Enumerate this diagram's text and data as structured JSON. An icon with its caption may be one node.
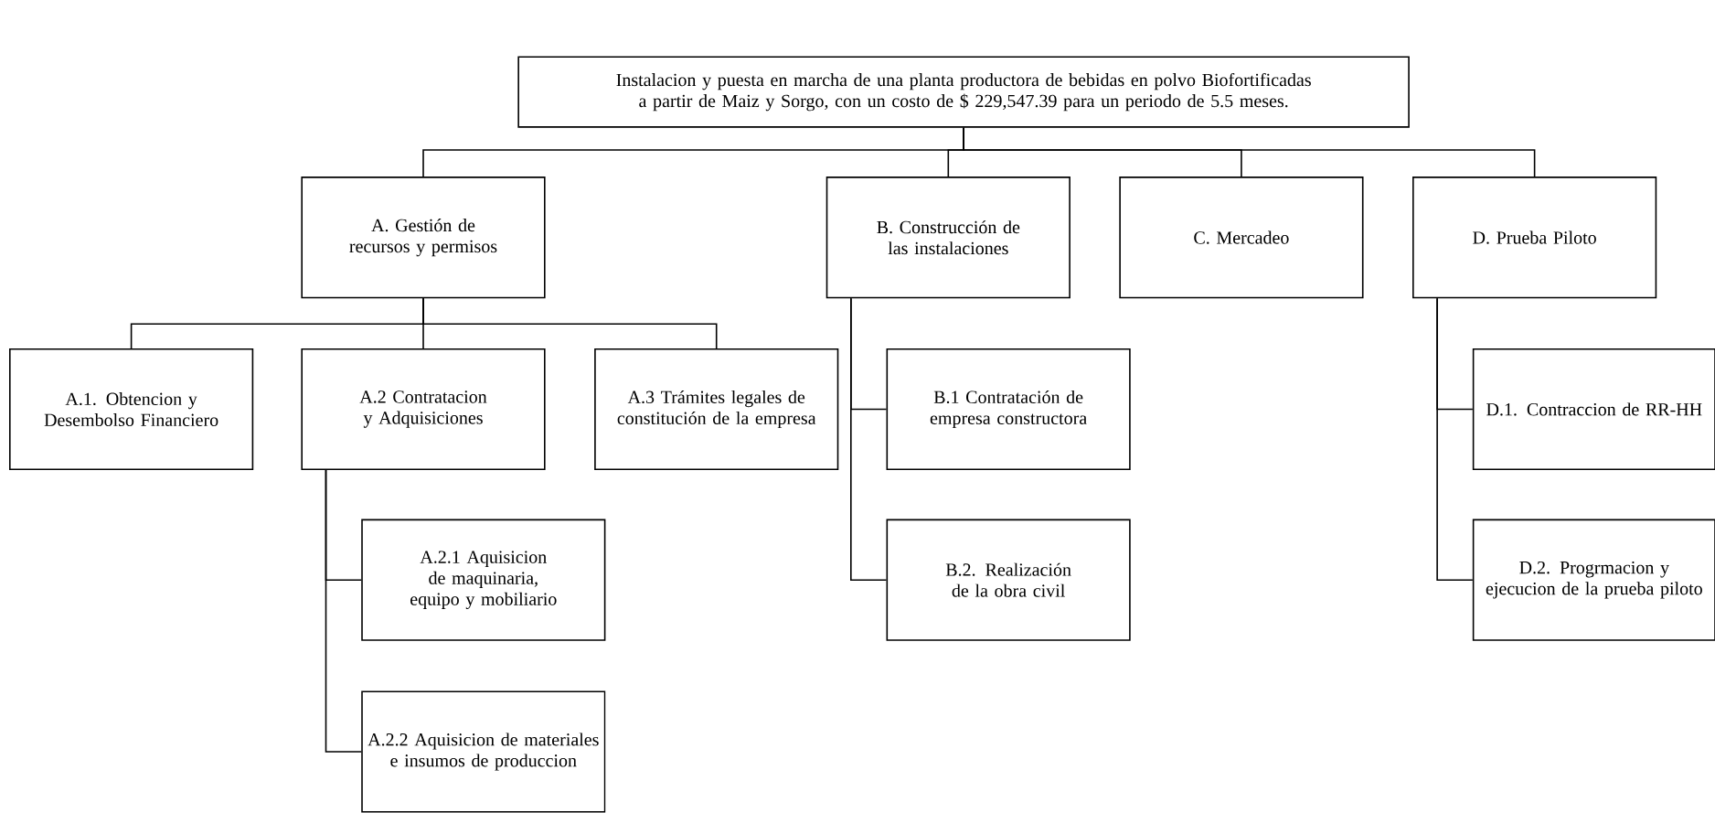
{
  "diagram": {
    "nodes": [
      {
        "text": [
          "Instalacion y puesta en marcha de una planta productora de bebidas  en polvo Biofortificadas a partir de Maiz y Sorgo, con un costo de $ 229,547.39 para un periodo de 5.5 meses."
        ]
      },
      {
        "text": [
          "A. Gestión de recursos y permisos"
        ]
      },
      {
        "text": [
          "B. Construcción de las instalaciones"
        ]
      },
      {
        "text": [
          "C. Mercadeo"
        ]
      },
      {
        "text": [
          "D. Prueba Piloto"
        ]
      },
      {
        "text": [
          "A.1. Obtencion y Desembolso Financiero"
        ]
      },
      {
        "text": [
          "A.2 Contratacion y Adquisiciones"
        ]
      },
      {
        "text": [
          "A.3 Trámites legales de constitución de la empresa"
        ]
      },
      {
        "text": [
          "A.2.1 Aquisicion de maquinaria, equipo y mobiliario"
        ]
      },
      {
        "text": [
          "A.2.2 Aquisicion de materiales e insumos de produccion"
        ]
      },
      {
        "text": [
          "B.1 Contratación de empresa constructora"
        ]
      },
      {
        "text": [
          "B.2. Realización de la obra civil"
        ]
      },
      {
        "text": [
          "D.1. Contraccion de RR-HH"
        ]
      },
      {
        "text": [
          "D.2. Progrmacion y ejecucion de la prueba piloto"
        ]
      }
    ],
    "edges": [
      {
        "from": 0,
        "to": 1,
        "arrow": "none"
      },
      {
        "from": 0,
        "to": 2,
        "arrow": "none"
      },
      {
        "from": 0,
        "to": 3,
        "arrow": "none"
      },
      {
        "from": 0,
        "to": 4,
        "arrow": "none"
      },
      {
        "from": 1,
        "to": 5,
        "arrow": "none"
      },
      {
        "from": 1,
        "to": 6,
        "arrow": "none"
      },
      {
        "from": 1,
        "to": 7,
        "arrow": "none"
      },
      {
        "from": 6,
        "to": 8,
        "arrow": "none"
      },
      {
        "from": 6,
        "to": 9,
        "arrow": "none"
      },
      {
        "from": 2,
        "to": 10,
        "arrow": "none"
      },
      {
        "from": 2,
        "to": 11,
        "arrow": "none"
      },
      {
        "from": 4,
        "to": 12,
        "arrow": "none"
      },
      {
        "from": 4,
        "to": 13,
        "arrow": "none"
      }
    ]
  }
}
